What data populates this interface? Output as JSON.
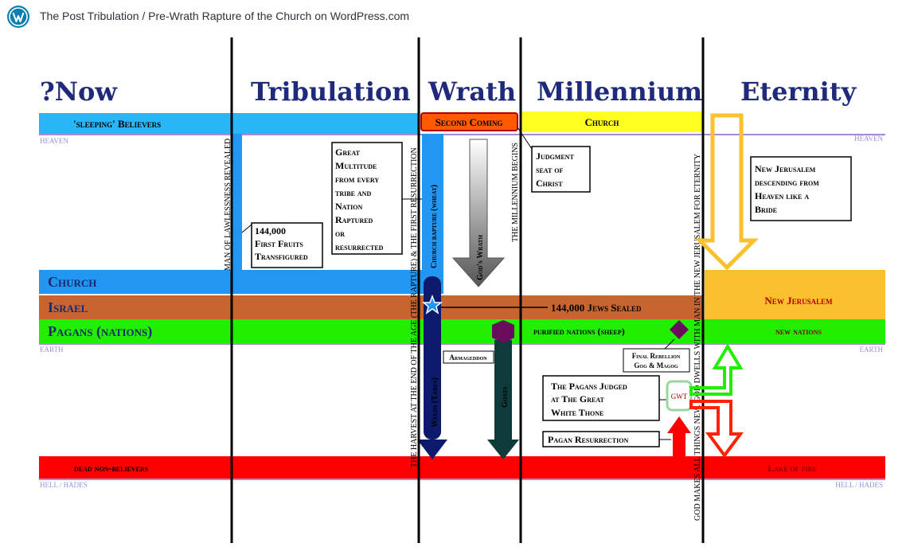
{
  "header": {
    "site_title": "The Post Tribulation / Pre-Wrath Rapture of the Church on WordPress.com"
  },
  "diagram": {
    "columns": {
      "now": "?Now",
      "tribulation": "Tribulation",
      "wrath": "Wrath",
      "millennium": "Millennium",
      "eternity": "Eternity"
    },
    "bands": {
      "sleeping_believers": "'sleeping' Believers",
      "second_coming": "Second Coming",
      "church_top": "Church",
      "church": "Church",
      "israel": "Israel",
      "pagans": "Pagans (nations)",
      "new_jerusalem": "New Jerusalem",
      "new_nations": "new nations",
      "purified_nations": "purified nations (sheep)",
      "jews_sealed": "144,000 Jews Sealed",
      "dead_non_believers": "dead non-believers",
      "lake_of_fire": "Lake of fire"
    },
    "zones": {
      "heaven_left": "HEAVEN",
      "heaven_right": "HEAVEN",
      "earth_left": "EARTH",
      "earth_right": "EARTH",
      "hell_left": "HELL / HADES",
      "hell_right": "HELL / HADES"
    },
    "boxes": {
      "first_fruits": [
        "144,000",
        "First Fruits",
        "Transfigured"
      ],
      "great_multitude": [
        "Great",
        "Multitude",
        "from every",
        "tribe and",
        "Nation",
        "Raptured",
        "or",
        "resurrected"
      ],
      "judgment_seat": [
        "Judgment",
        "seat of",
        "Christ"
      ],
      "new_jerusalem_desc": [
        "New Jerusalem",
        "descending from",
        "Heaven like a",
        "Bride"
      ],
      "armageddon": "Armageddon",
      "final_rebellion": [
        "Final Rebellion",
        "Gog & Magog"
      ],
      "pagans_judged": [
        "The Pagans Judged",
        "at The Great",
        "White Thone"
      ],
      "pagan_resurrection": "Pagan Resurrection",
      "gwt": "GWT"
    },
    "vertical_labels": {
      "man_of_lawlessness": "MAN OF LAWLESSNESS REVEALED",
      "harvest": "THE HARVEST AT THE END OF THE AGE (THE RAPTURE)  &  THE FIRST RESURRECTION",
      "church_rapture": "Church rapture (wheat)",
      "gods_wrath": "God's Wrath",
      "millennium_begins": "THE MILLENNIUM BEGINS",
      "weeds": "Weeds (Tares)",
      "goats": "Goats",
      "all_things_new": "GOD MAKES ALL THINGS NEW.  GOD DWELLS WITH MAN IN THE NEW JERUSALEM FOR ETERNITY"
    },
    "colors": {
      "header": "#1f2a7a",
      "sky_blue": "#29b6f6",
      "church_blue": "#2196f3",
      "israel_brown": "#c8642f",
      "pagan_green": "#22ee00",
      "hell_red": "#ff0000",
      "yellow": "#ffff22",
      "gold": "#fbc02d",
      "navy": "#0b1a6b",
      "dark_teal": "#0f3a3a",
      "purple": "#6a0d5c",
      "zone_line": "#a58bd6"
    }
  }
}
